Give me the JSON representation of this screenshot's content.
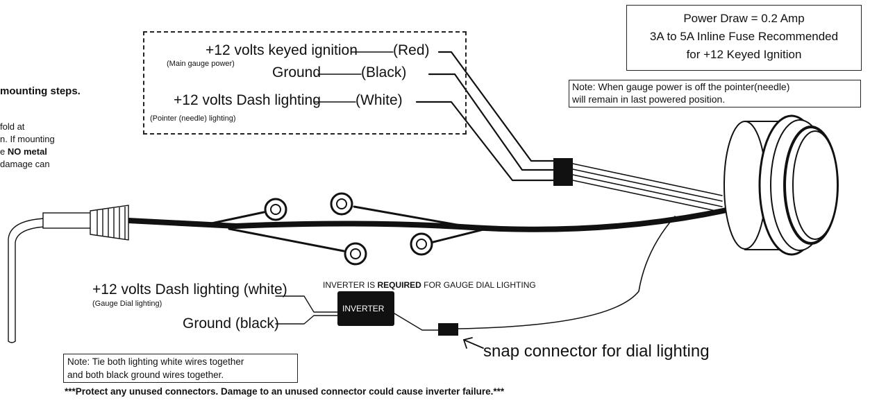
{
  "left_partial": {
    "heading": "mounting steps.",
    "line1": "fold at",
    "line2": "n. If mounting",
    "line3_prefix": "e ",
    "line3_bold": "NO metal",
    "line4": "damage can"
  },
  "power_box": {
    "line1": "Power Draw = 0.2 Amp",
    "line2": "3A to 5A Inline Fuse Recommended",
    "line3": "for +12 Keyed Ignition"
  },
  "note_pointer": {
    "line1": "Note: When gauge power is off the pointer(needle)",
    "line2": "will remain in last powered position."
  },
  "wires_top": {
    "ignition_label": "+12 volts keyed ignition",
    "ignition_color": "(Red)",
    "ignition_sub": "(Main gauge power)",
    "ground_label": "Ground",
    "ground_color": "(Black)",
    "dash_label": "+12 volts Dash lighting",
    "dash_color": "(White)",
    "dash_sub": "(Pointer (needle) lighting)"
  },
  "dial_lighting": {
    "dash_label": "+12 volts Dash lighting (white)",
    "dash_sub": "(Gauge Dial lighting)",
    "ground_label": "Ground (black)"
  },
  "inverter": {
    "notice_prefix": "INVERTER IS ",
    "notice_bold": "REQUIRED",
    "notice_suffix": " FOR GAUGE DIAL LIGHTING",
    "box_label": "INVERTER"
  },
  "snap_connector_label": "snap connector for dial lighting",
  "note_tie": {
    "line1": "Note: Tie both lighting white wires together",
    "line2": "and both black ground wires together."
  },
  "warning": "***Protect any unused connectors. Damage to an unused connector could cause inverter failure.***"
}
